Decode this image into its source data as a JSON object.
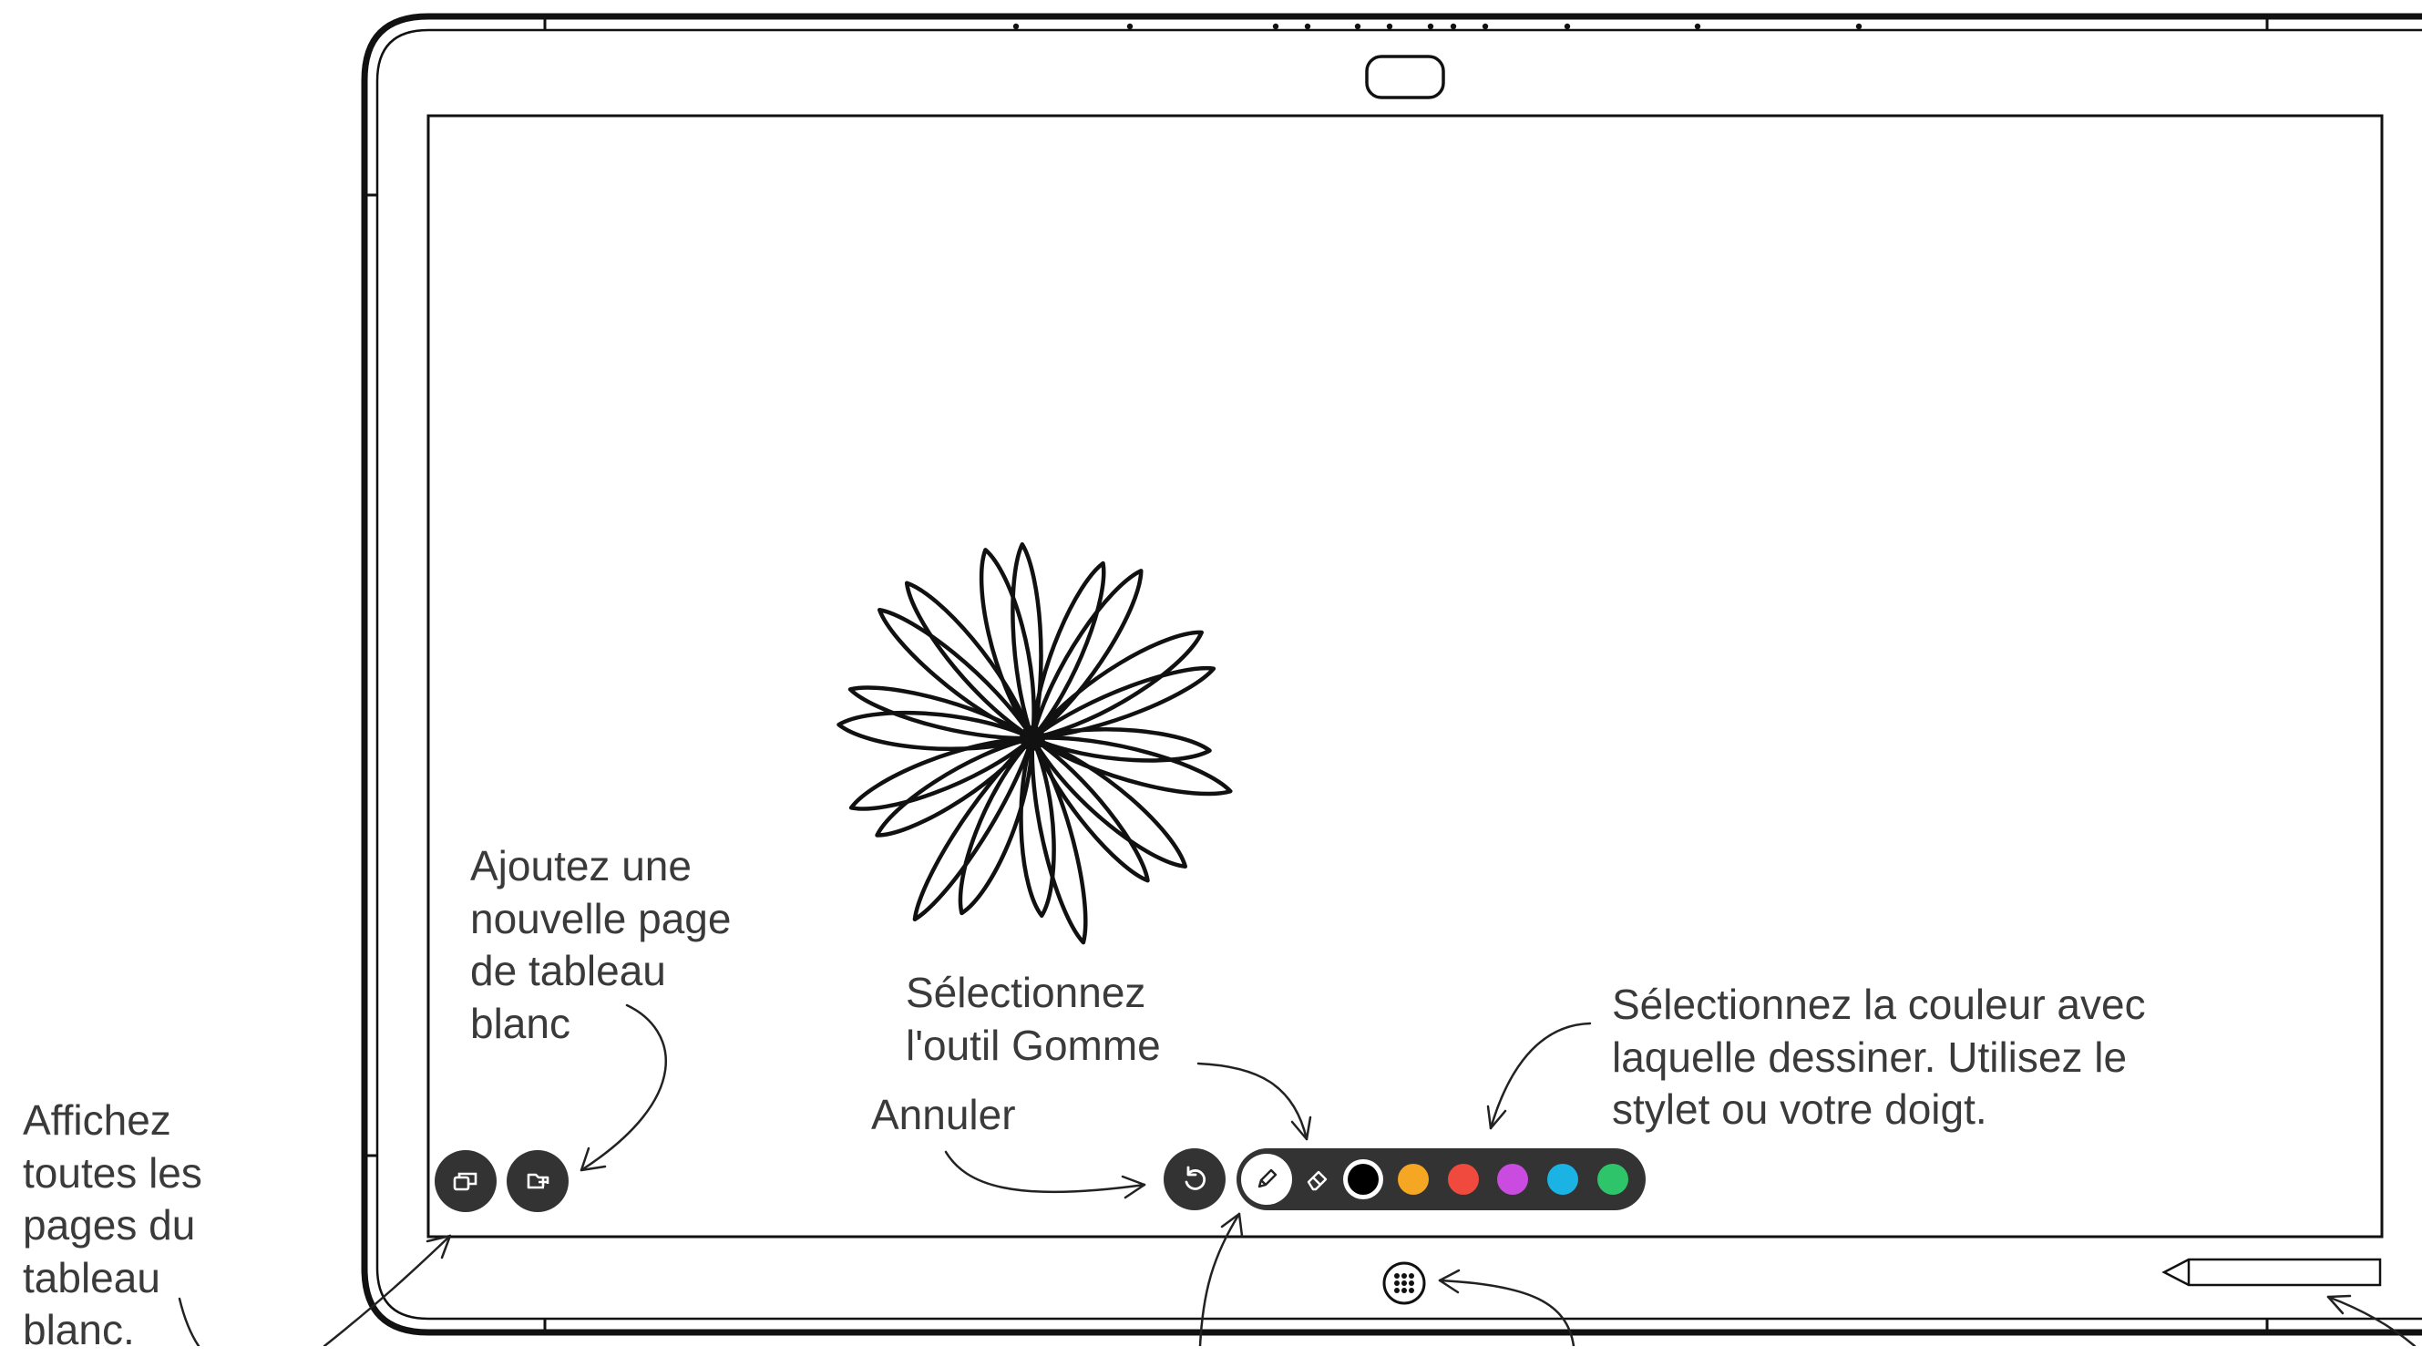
{
  "callouts": {
    "add_page": "Ajoutez une\nnouvelle page\nde tableau\nblanc",
    "view_pages": "Affichez\ntoutes les\npages du\ntableau\nblanc.",
    "eraser": "Sélectionnez\nl'outil Gomme",
    "undo": "Annuler",
    "color": "Sélectionnez la couleur avec\nlaquelle dessiner. Utilisez le\nstylet ou votre doigt."
  },
  "toolbar": {
    "left_buttons": [
      {
        "icon": "pages-icon"
      },
      {
        "icon": "add-page-icon"
      }
    ],
    "undo": {
      "icon": "undo-icon"
    },
    "tools": [
      {
        "icon": "pen-icon",
        "selected": true
      },
      {
        "icon": "eraser-icon",
        "selected": false
      }
    ],
    "colors": [
      {
        "name": "black",
        "hex": "#000000",
        "selected": true
      },
      {
        "name": "yellow",
        "hex": "#F5A623",
        "selected": false
      },
      {
        "name": "red",
        "hex": "#F04A3E",
        "selected": false
      },
      {
        "name": "magenta",
        "hex": "#C94BDF",
        "selected": false
      },
      {
        "name": "cyan",
        "hex": "#1AB3E3",
        "selected": false
      },
      {
        "name": "green",
        "hex": "#2EC46A",
        "selected": false
      }
    ]
  },
  "device": {
    "home_button": {
      "icon": "home-grid-icon"
    },
    "camera": {
      "icon": "camera-icon"
    },
    "stylus": {
      "icon": "stylus-icon"
    }
  },
  "canvas": {
    "drawing": {
      "icon": "flower-drawing",
      "petals": 20
    }
  },
  "theme": {
    "outline": "#111111",
    "toolbar_bg": "#333333",
    "text": "#3a3a3a"
  }
}
